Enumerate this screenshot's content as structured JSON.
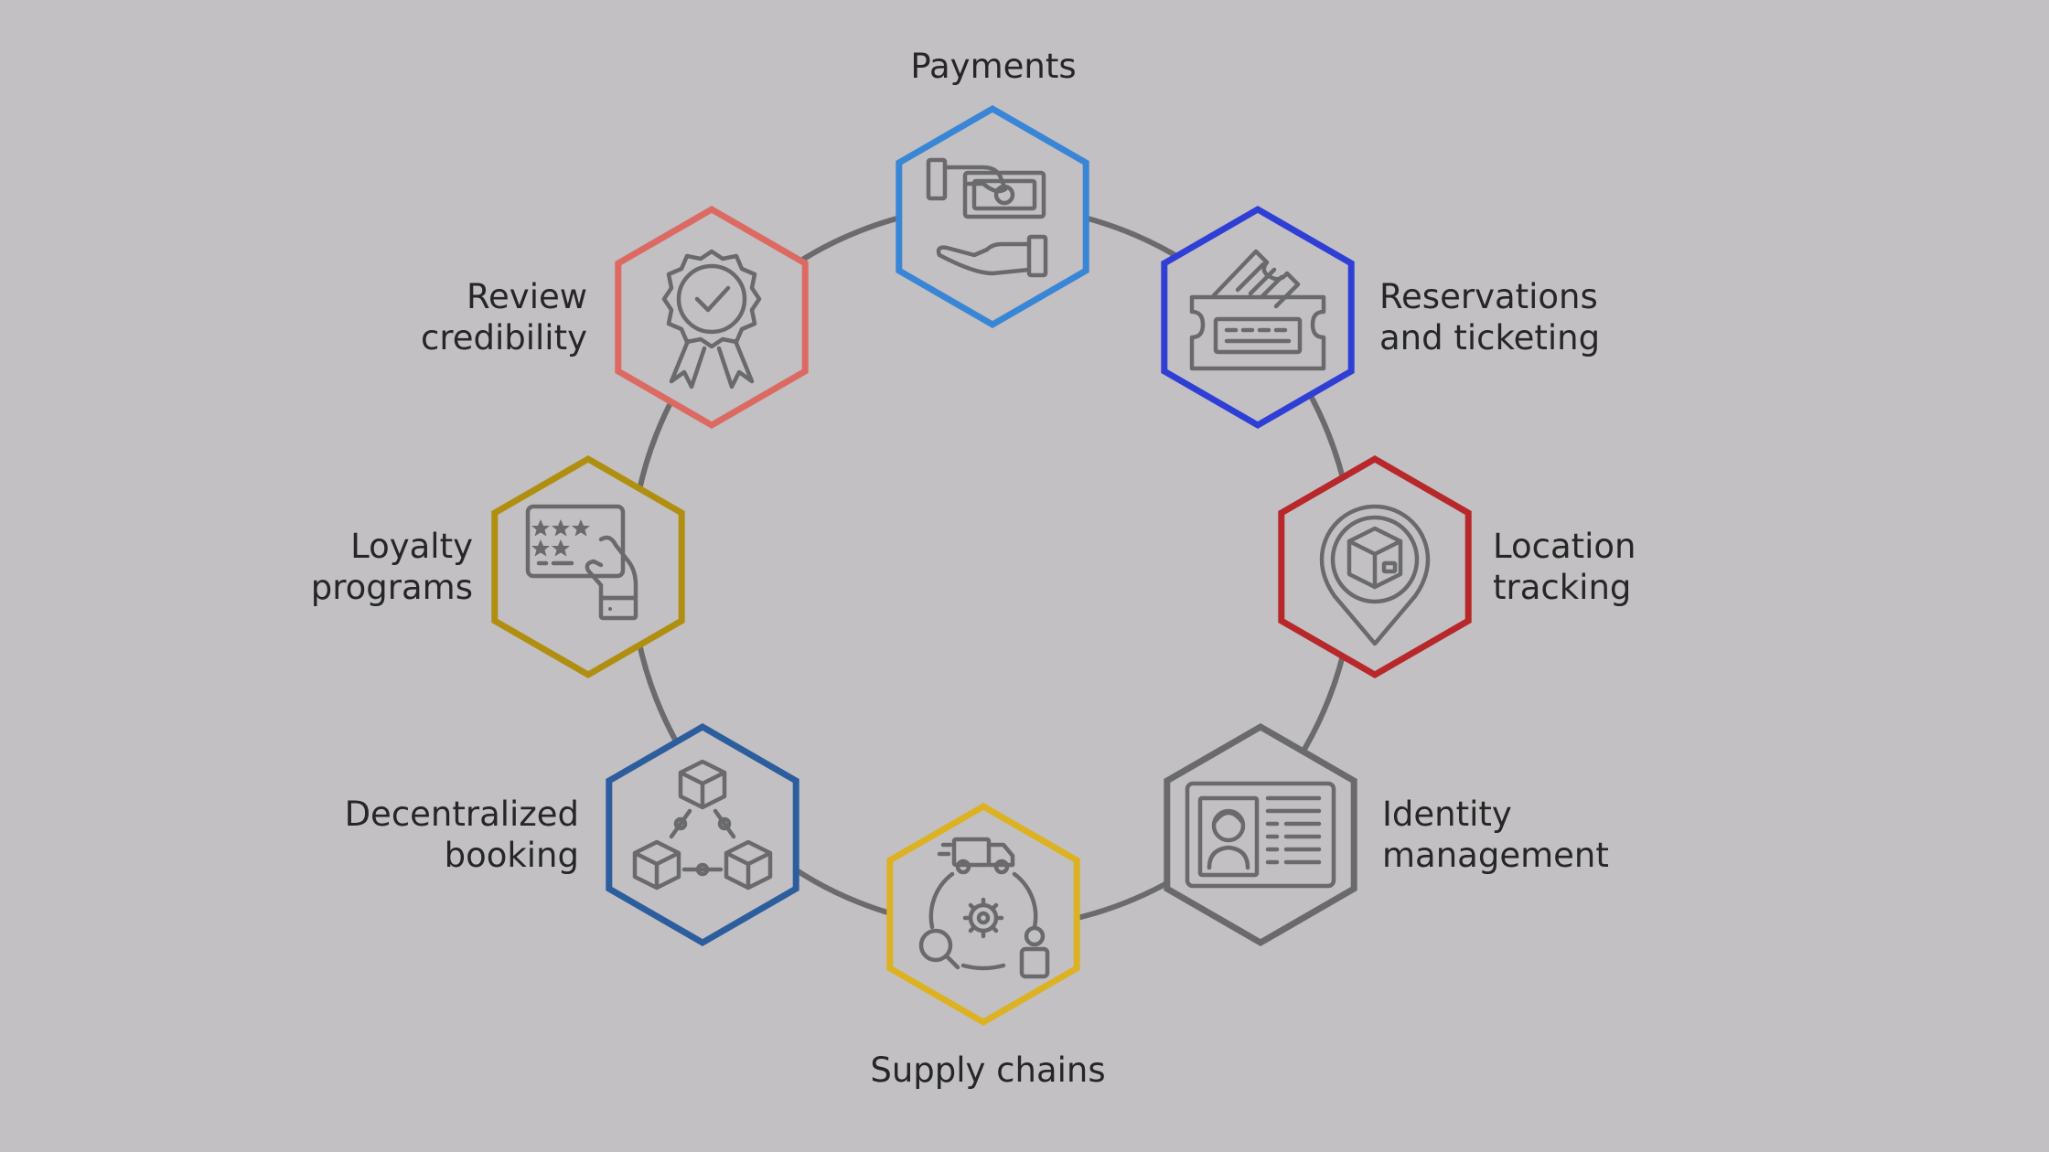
{
  "nodes": [
    {
      "id": "payments",
      "lines": [
        "Payments"
      ],
      "color": "#3a86d6",
      "icon": "hand-money-icon"
    },
    {
      "id": "reservations",
      "lines": [
        "Reservations",
        "and ticketing"
      ],
      "color": "#2f3fd6",
      "icon": "ticket-icon"
    },
    {
      "id": "location",
      "lines": [
        "Location",
        "tracking"
      ],
      "color": "#b8282a",
      "icon": "location-pin-box-icon"
    },
    {
      "id": "identity",
      "lines": [
        "Identity",
        "management"
      ],
      "color": "#6a6a6c",
      "icon": "id-card-icon"
    },
    {
      "id": "supply",
      "lines": [
        "Supply chains"
      ],
      "color": "#dcb223",
      "icon": "supply-chain-icon"
    },
    {
      "id": "decentralized",
      "lines": [
        "Decentralized",
        "booking"
      ],
      "color": "#2c5e9e",
      "icon": "blockchain-icon"
    },
    {
      "id": "loyalty",
      "lines": [
        "Loyalty",
        "programs"
      ],
      "color": "#b08f10",
      "icon": "loyalty-card-icon"
    },
    {
      "id": "review",
      "lines": [
        "Review",
        "credibility"
      ],
      "color": "#dc6a62",
      "icon": "award-badge-icon"
    }
  ],
  "colors": {
    "background": "#c2c0c3",
    "ring": "#6b6b6d",
    "text": "#262626",
    "icon": "#6a6a6c"
  }
}
